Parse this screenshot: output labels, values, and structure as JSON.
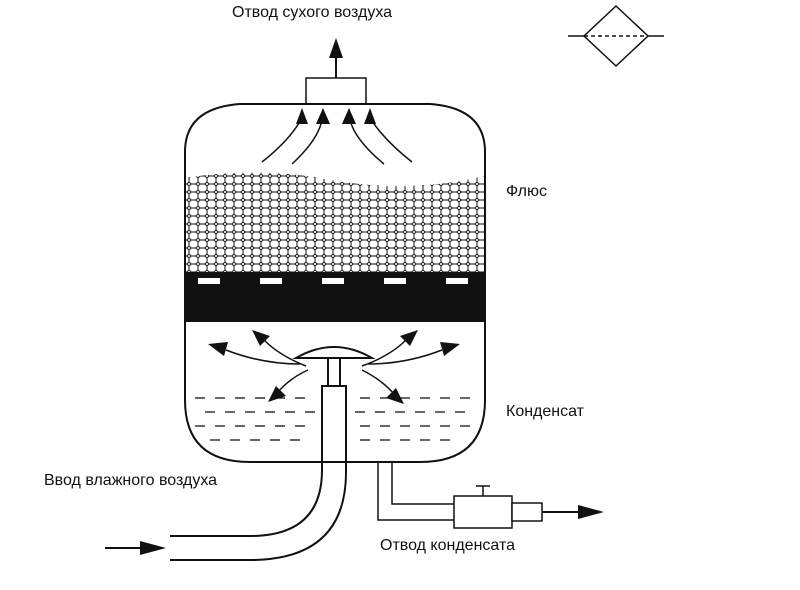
{
  "labels": {
    "dry_air_outlet": "Отвод сухого воздуха",
    "flux": "Флюс",
    "condensate": "Конденсат",
    "humid_air_inlet": "Ввод влажного воздуха",
    "condensate_outlet": "Отвод конденсата"
  },
  "colors": {
    "ink": "#111111",
    "background": "#ffffff"
  },
  "icons": {
    "symbol": "filter-dryer-symbol-icon",
    "arrow": "arrow-icon"
  }
}
